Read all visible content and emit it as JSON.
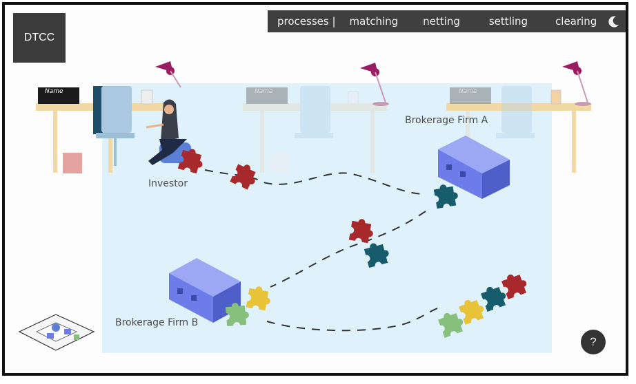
{
  "logo": {
    "label": "DTCC"
  },
  "nav": {
    "items": [
      {
        "label": "processes |"
      },
      {
        "label": "matching"
      },
      {
        "label": "netting"
      },
      {
        "label": "settling"
      },
      {
        "label": "clearing"
      }
    ],
    "theme_toggle_icon": "moon-icon"
  },
  "desk_cards": [
    "Name",
    "Name",
    "Name"
  ],
  "labels": {
    "investor": "Investor",
    "firm_a": "Brokerage Firm A",
    "firm_b": "Brokerage Firm B"
  },
  "help": {
    "label": "?"
  },
  "colors": {
    "nav_bg": "#3f3f3f",
    "panel_bg": "#dff1fb",
    "puzzle_red": "#a8292b",
    "puzzle_teal": "#175c6c",
    "puzzle_yellow": "#e8c237",
    "puzzle_green": "#86c07c",
    "building_blue": "#6d7ce8",
    "lamp_magenta": "#9a1c62"
  }
}
